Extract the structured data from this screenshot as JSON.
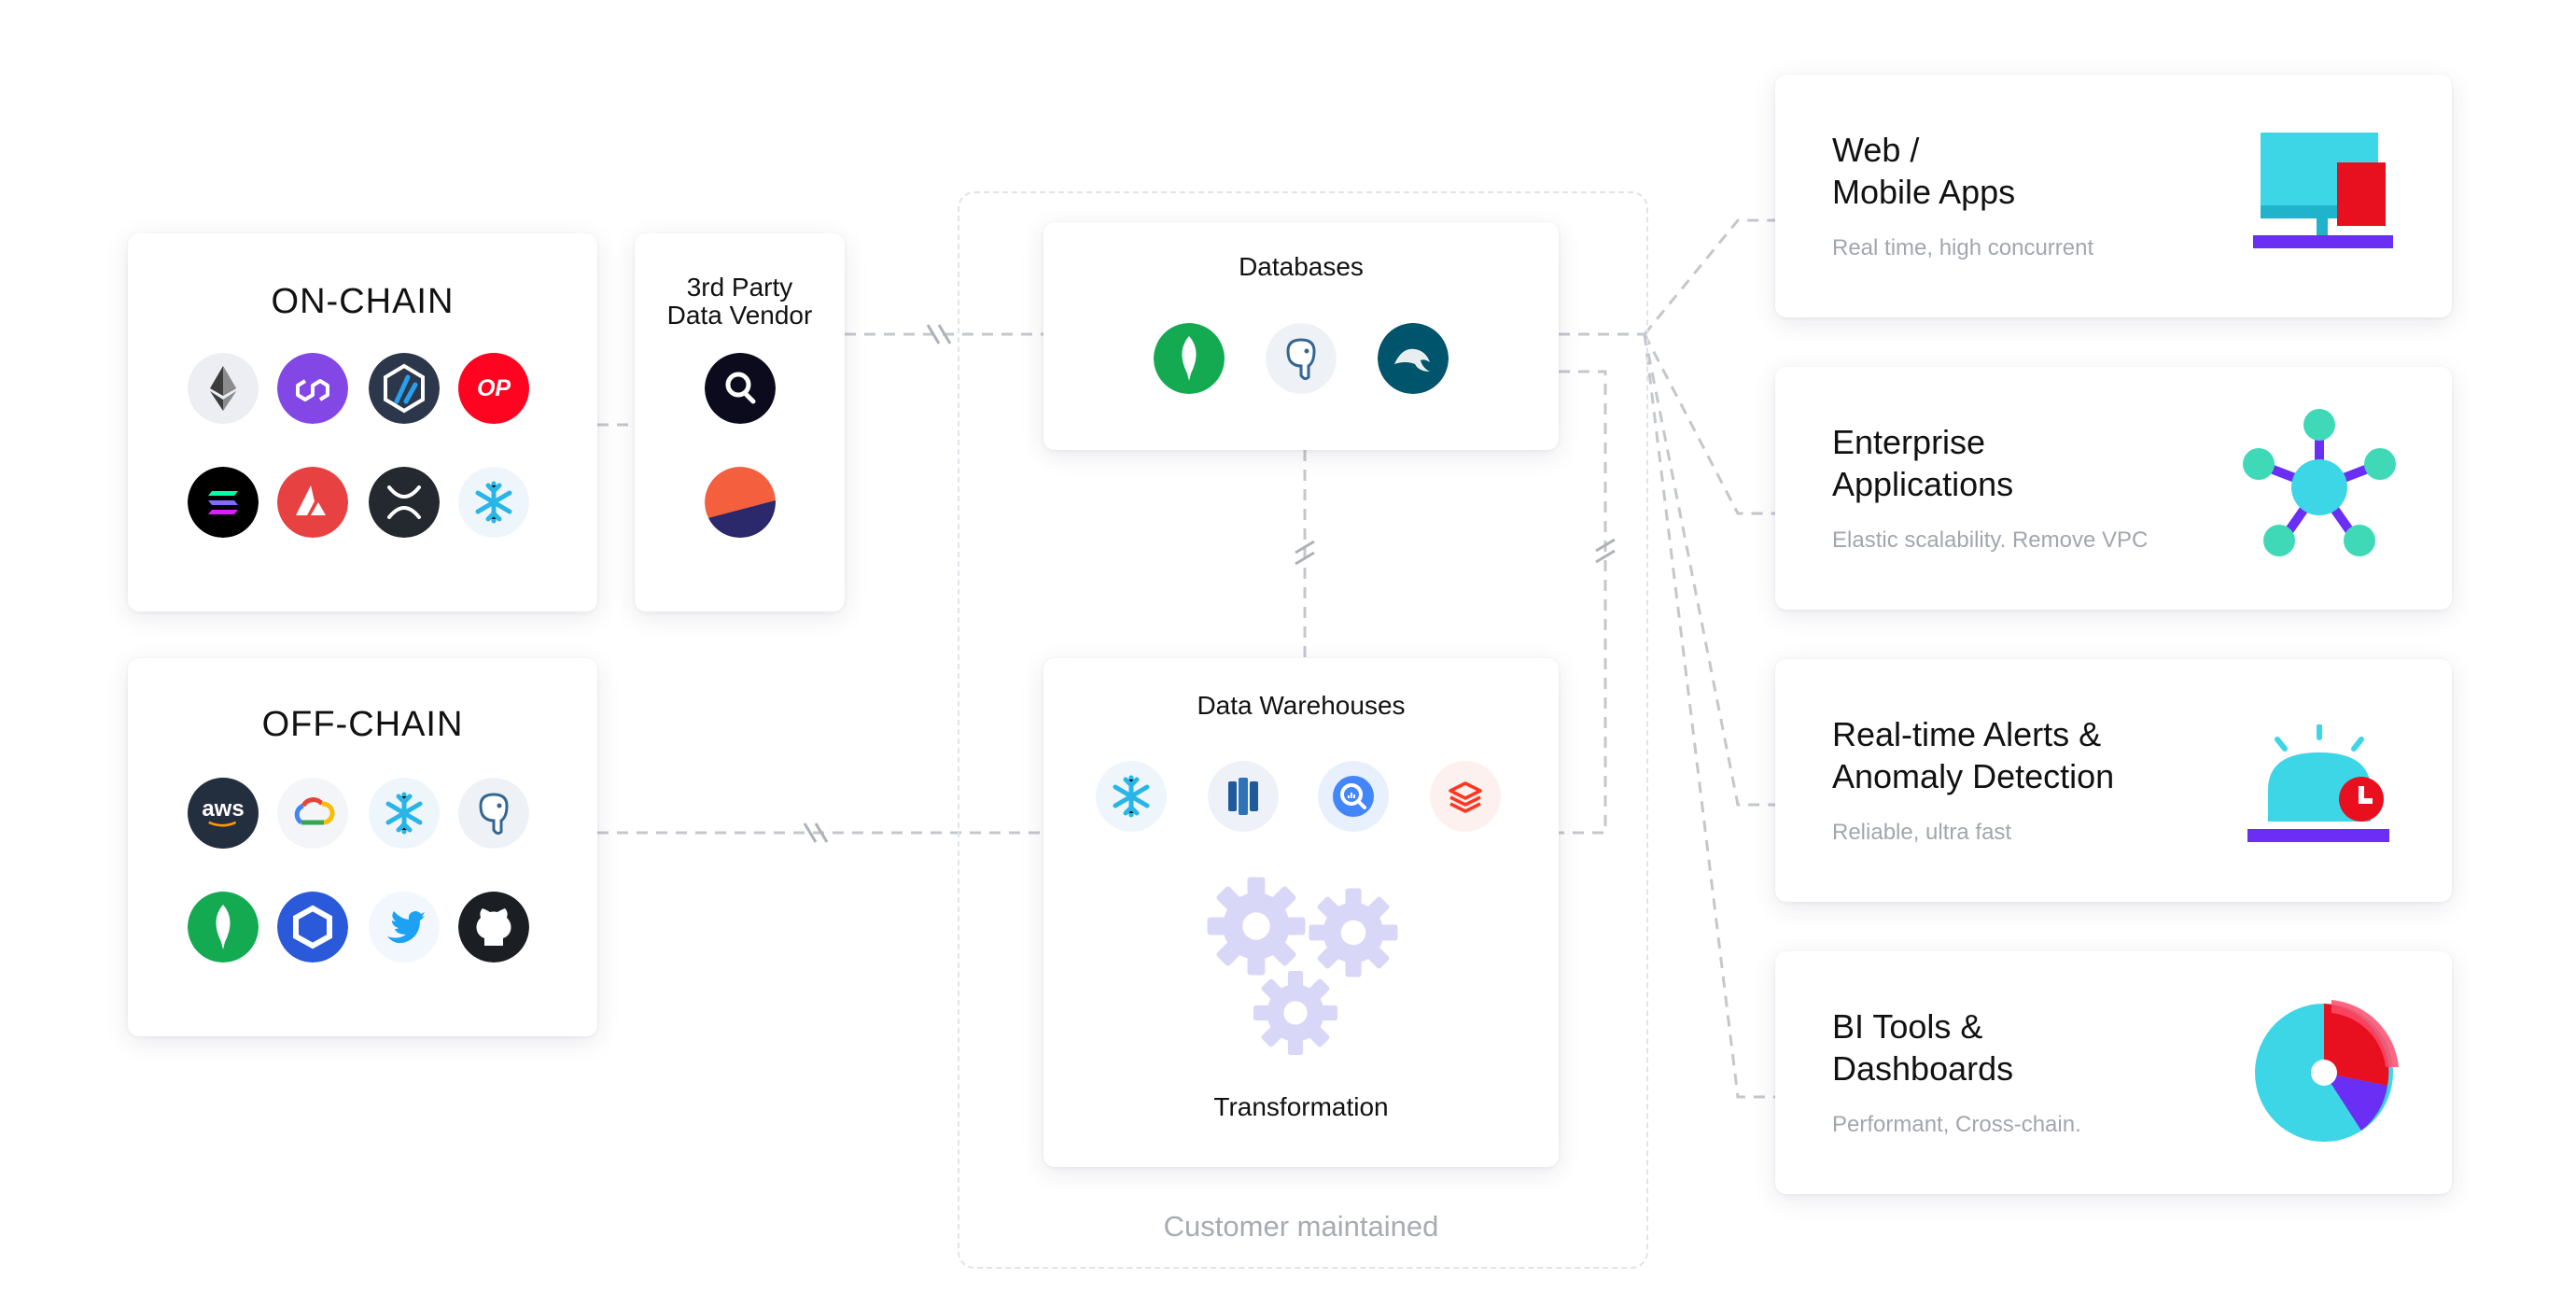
{
  "onchain": {
    "title": "ON-CHAIN",
    "icons": [
      "ethereum-icon",
      "polygon-icon",
      "arbitrum-icon",
      "optimism-icon",
      "solana-icon",
      "avalanche-icon",
      "xrp-icon",
      "snowflake-icon"
    ],
    "optimism_text": "OP"
  },
  "offchain": {
    "title": "OFF-CHAIN",
    "icons": [
      "aws-icon",
      "google-cloud-icon",
      "snowflake-icon",
      "postgresql-icon",
      "mongodb-icon",
      "chainlink-icon",
      "twitter-icon",
      "github-icon"
    ],
    "aws_text": "aws"
  },
  "vendor": {
    "title_line1": "3rd Party",
    "title_line2": "Data Vendor",
    "icons": [
      "the-graph-icon",
      "dune-icon"
    ]
  },
  "databases": {
    "title": "Databases",
    "icons": [
      "mongodb-icon",
      "postgresql-icon",
      "mysql-icon"
    ]
  },
  "warehouses": {
    "title": "Data Warehouses",
    "icons": [
      "snowflake-icon",
      "redshift-icon",
      "bigquery-icon",
      "databricks-icon"
    ],
    "transform_label": "Transformation"
  },
  "customer_label": "Customer maintained",
  "outputs": [
    {
      "title1": "Web /",
      "title2": "Mobile Apps",
      "subtitle": "Real time, high concurrent",
      "icon": "monitor-icon"
    },
    {
      "title1": "Enterprise",
      "title2": "Applications",
      "subtitle": "Elastic scalability. Remove VPC",
      "icon": "network-hub-icon"
    },
    {
      "title1": "Real-time Alerts &",
      "title2": "Anomaly Detection",
      "subtitle": "Reliable, ultra fast",
      "icon": "alarm-icon"
    },
    {
      "title1": "BI Tools &",
      "title2": "Dashboards",
      "subtitle": "Performant, Cross-chain.",
      "icon": "pie-chart-icon"
    }
  ],
  "colors": {
    "cyan": "#3dd6e6",
    "red": "#e8101e",
    "purple": "#6a2ef5",
    "teal": "#3fd9b8",
    "gear": "#d9d7f7",
    "dashed": "#c4c7cc"
  }
}
